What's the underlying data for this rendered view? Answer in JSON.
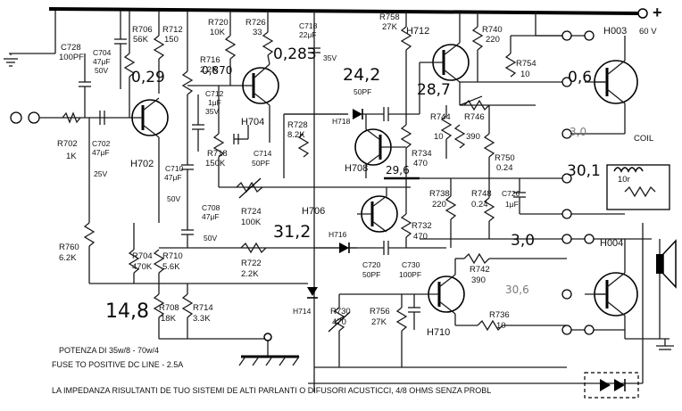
{
  "supply": {
    "symbol": "+",
    "voltage": "60 V"
  },
  "transistors": {
    "h702": "H702",
    "h704": "H704",
    "h708": "H708",
    "h706": "H706",
    "h712": "H712",
    "h710": "H710",
    "h003": "H003",
    "h004": "H004"
  },
  "resistors": {
    "r706": "R706",
    "r706_val": "56K",
    "r712": "R712",
    "r712_val": "150",
    "r720": "R720",
    "r720_val": "10K",
    "r726": "R726",
    "r726_val": "33",
    "r716": "R716",
    "r716_val": "2.2K",
    "r718": "R718",
    "r718_val": "150K",
    "r728": "R728",
    "r728_val": "8.2K",
    "r702": "R702",
    "r702_val": "1K",
    "r760": "R760",
    "r760_val": "6.2K",
    "r704": "R704",
    "r704_val": "470K",
    "r710": "R710",
    "r710_val": "5.6K",
    "r708": "R708",
    "r708_val": "18K",
    "r714": "R714",
    "r714_val": "3.3K",
    "r722": "R722",
    "r722_val": "2.2K",
    "r724": "R724",
    "r724_val": "100K",
    "r758": "R758",
    "r758_val": "27K",
    "r740": "R740",
    "r740_val": "220",
    "r754": "R754",
    "r754_val": "10",
    "r744": "R744",
    "r744_val": "10",
    "r746": "R746",
    "r746_val": "390",
    "r734": "R734",
    "r734_val": "470",
    "r750": "R750",
    "r750_val": "0.24",
    "r738": "R738",
    "r738_val": "220",
    "r748": "R748",
    "r748_val": "0.24",
    "r732": "R732",
    "r732_val": "470",
    "r742": "R742",
    "r742_val": "390",
    "r730": "R730",
    "r730_val": "470",
    "r756": "R756",
    "r756_val": "27K",
    "r736": "R736",
    "r736_val": "10",
    "coil_r": "10r"
  },
  "capacitors": {
    "c728": "C728",
    "c728_val": "100PF",
    "c704": "C704",
    "c704_val": "47μF",
    "c704_v": "50V",
    "c702": "C702",
    "c702_val": "47μF",
    "c702_v": "25V",
    "c718": "C718",
    "c718_val": "22μF",
    "c718_v": "35V",
    "c712": "C712",
    "c712_val": "1μF",
    "c712_v": "35V",
    "c714": "C714",
    "c714_val": "50PF",
    "c710": "C710",
    "c710_val": "47μF",
    "c710_v": "50V",
    "c708": "C708",
    "c708_val": "47μF",
    "c708_v": "50V",
    "c716_val": "50PF",
    "c720": "C720",
    "c720_val": "50PF",
    "c730": "C730",
    "c730_val": "100PF",
    "c726": "C726",
    "c726_val": "1μF"
  },
  "diodes": {
    "h718": "H718",
    "h716": "H716",
    "h714": "H714"
  },
  "misc": {
    "coil": "COIL"
  },
  "handwritten": {
    "v1": "0,29",
    "v2": "0,870",
    "v3": "0,283",
    "v4": "24,2",
    "v5": "28,7",
    "v6": "0,6",
    "v7": "3,0",
    "v8": "29,6",
    "v9": "31,2",
    "v10": "30,1",
    "v11": "3,0",
    "v12": "30,6",
    "v13": "14,8"
  },
  "notes": {
    "line1": "POTENZA DI 35w/8  - 70w/4",
    "line2": "FUSE TO POSITIVE DC LINE - 2.5A",
    "line3": "LA IMPEDANZA RISULTANTI DE TUO SISTEMI DE ALTI PARLANTI O DIFUSORI ACUSTICCI, 4/8 OHMS SENZA PROBL"
  }
}
